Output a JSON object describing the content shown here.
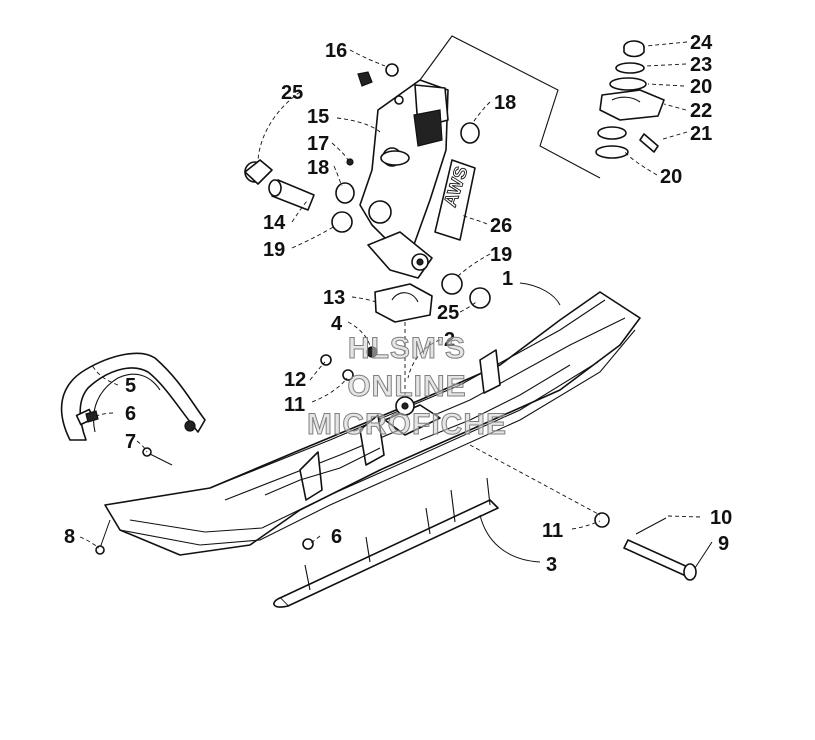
{
  "watermark": {
    "line1": "HLSM'S",
    "line2": "ONLINE",
    "line3": "MICROFICHE"
  },
  "callouts": [
    {
      "id": "c1",
      "label": "1"
    },
    {
      "id": "c2",
      "label": "2"
    },
    {
      "id": "c3",
      "label": "3"
    },
    {
      "id": "c4",
      "label": "4"
    },
    {
      "id": "c5",
      "label": "5"
    },
    {
      "id": "c6a",
      "label": "6"
    },
    {
      "id": "c6b",
      "label": "6"
    },
    {
      "id": "c7",
      "label": "7"
    },
    {
      "id": "c8",
      "label": "8"
    },
    {
      "id": "c9",
      "label": "9"
    },
    {
      "id": "c10",
      "label": "10"
    },
    {
      "id": "c11a",
      "label": "11"
    },
    {
      "id": "c11b",
      "label": "11"
    },
    {
      "id": "c12",
      "label": "12"
    },
    {
      "id": "c13",
      "label": "13"
    },
    {
      "id": "c14",
      "label": "14"
    },
    {
      "id": "c15",
      "label": "15"
    },
    {
      "id": "c16",
      "label": "16"
    },
    {
      "id": "c17",
      "label": "17"
    },
    {
      "id": "c18a",
      "label": "18"
    },
    {
      "id": "c18b",
      "label": "18"
    },
    {
      "id": "c19a",
      "label": "19"
    },
    {
      "id": "c19b",
      "label": "19"
    },
    {
      "id": "c20a",
      "label": "20"
    },
    {
      "id": "c20b",
      "label": "20"
    },
    {
      "id": "c21",
      "label": "21"
    },
    {
      "id": "c22",
      "label": "22"
    },
    {
      "id": "c23",
      "label": "23"
    },
    {
      "id": "c24",
      "label": "24"
    },
    {
      "id": "c25a",
      "label": "25"
    },
    {
      "id": "c25b",
      "label": "25"
    },
    {
      "id": "c26",
      "label": "26"
    }
  ],
  "decal_text": "AWS"
}
